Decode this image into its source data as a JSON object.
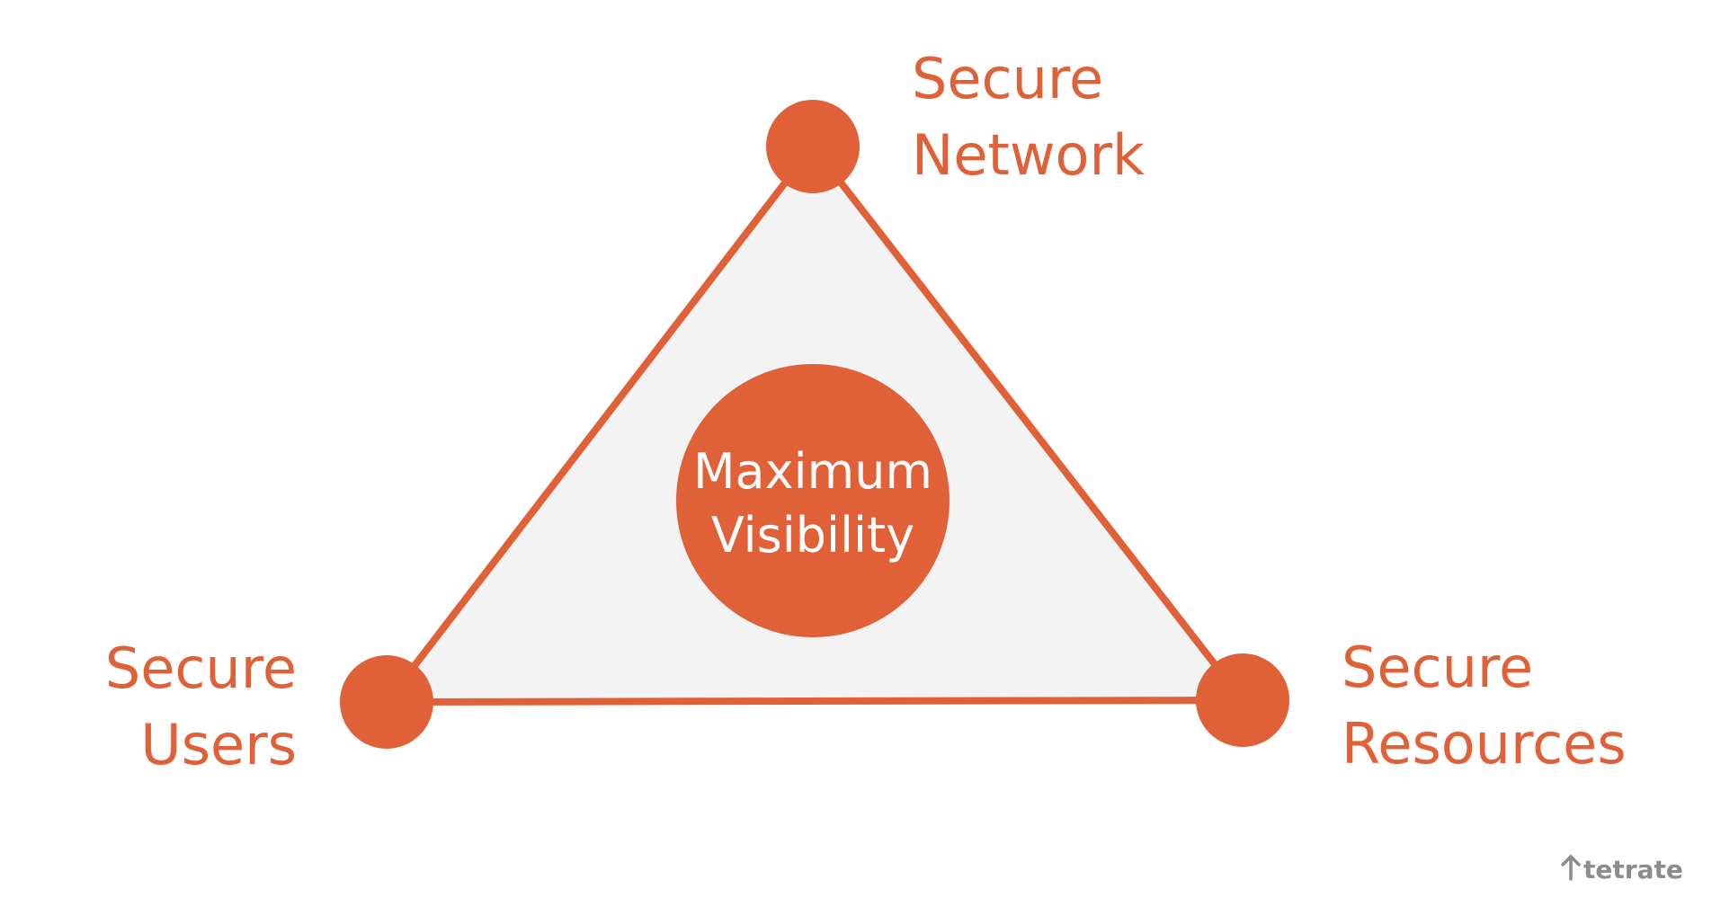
{
  "colors": {
    "accent": "#e06038",
    "triangle_fill": "#f3f3f3",
    "center_text": "#ffffff",
    "logo": "#8c8c8c",
    "background": "#ffffff"
  },
  "nodes": {
    "network": {
      "line1": "Secure",
      "line2": "Network"
    },
    "users": {
      "line1": "Secure",
      "line2": "Users"
    },
    "resources": {
      "line1": "Secure",
      "line2": "Resources"
    }
  },
  "center": {
    "line1": "Maximum",
    "line2": "Visibility"
  },
  "logo": {
    "text": "tetrate",
    "icon": "up-arrow-icon"
  }
}
